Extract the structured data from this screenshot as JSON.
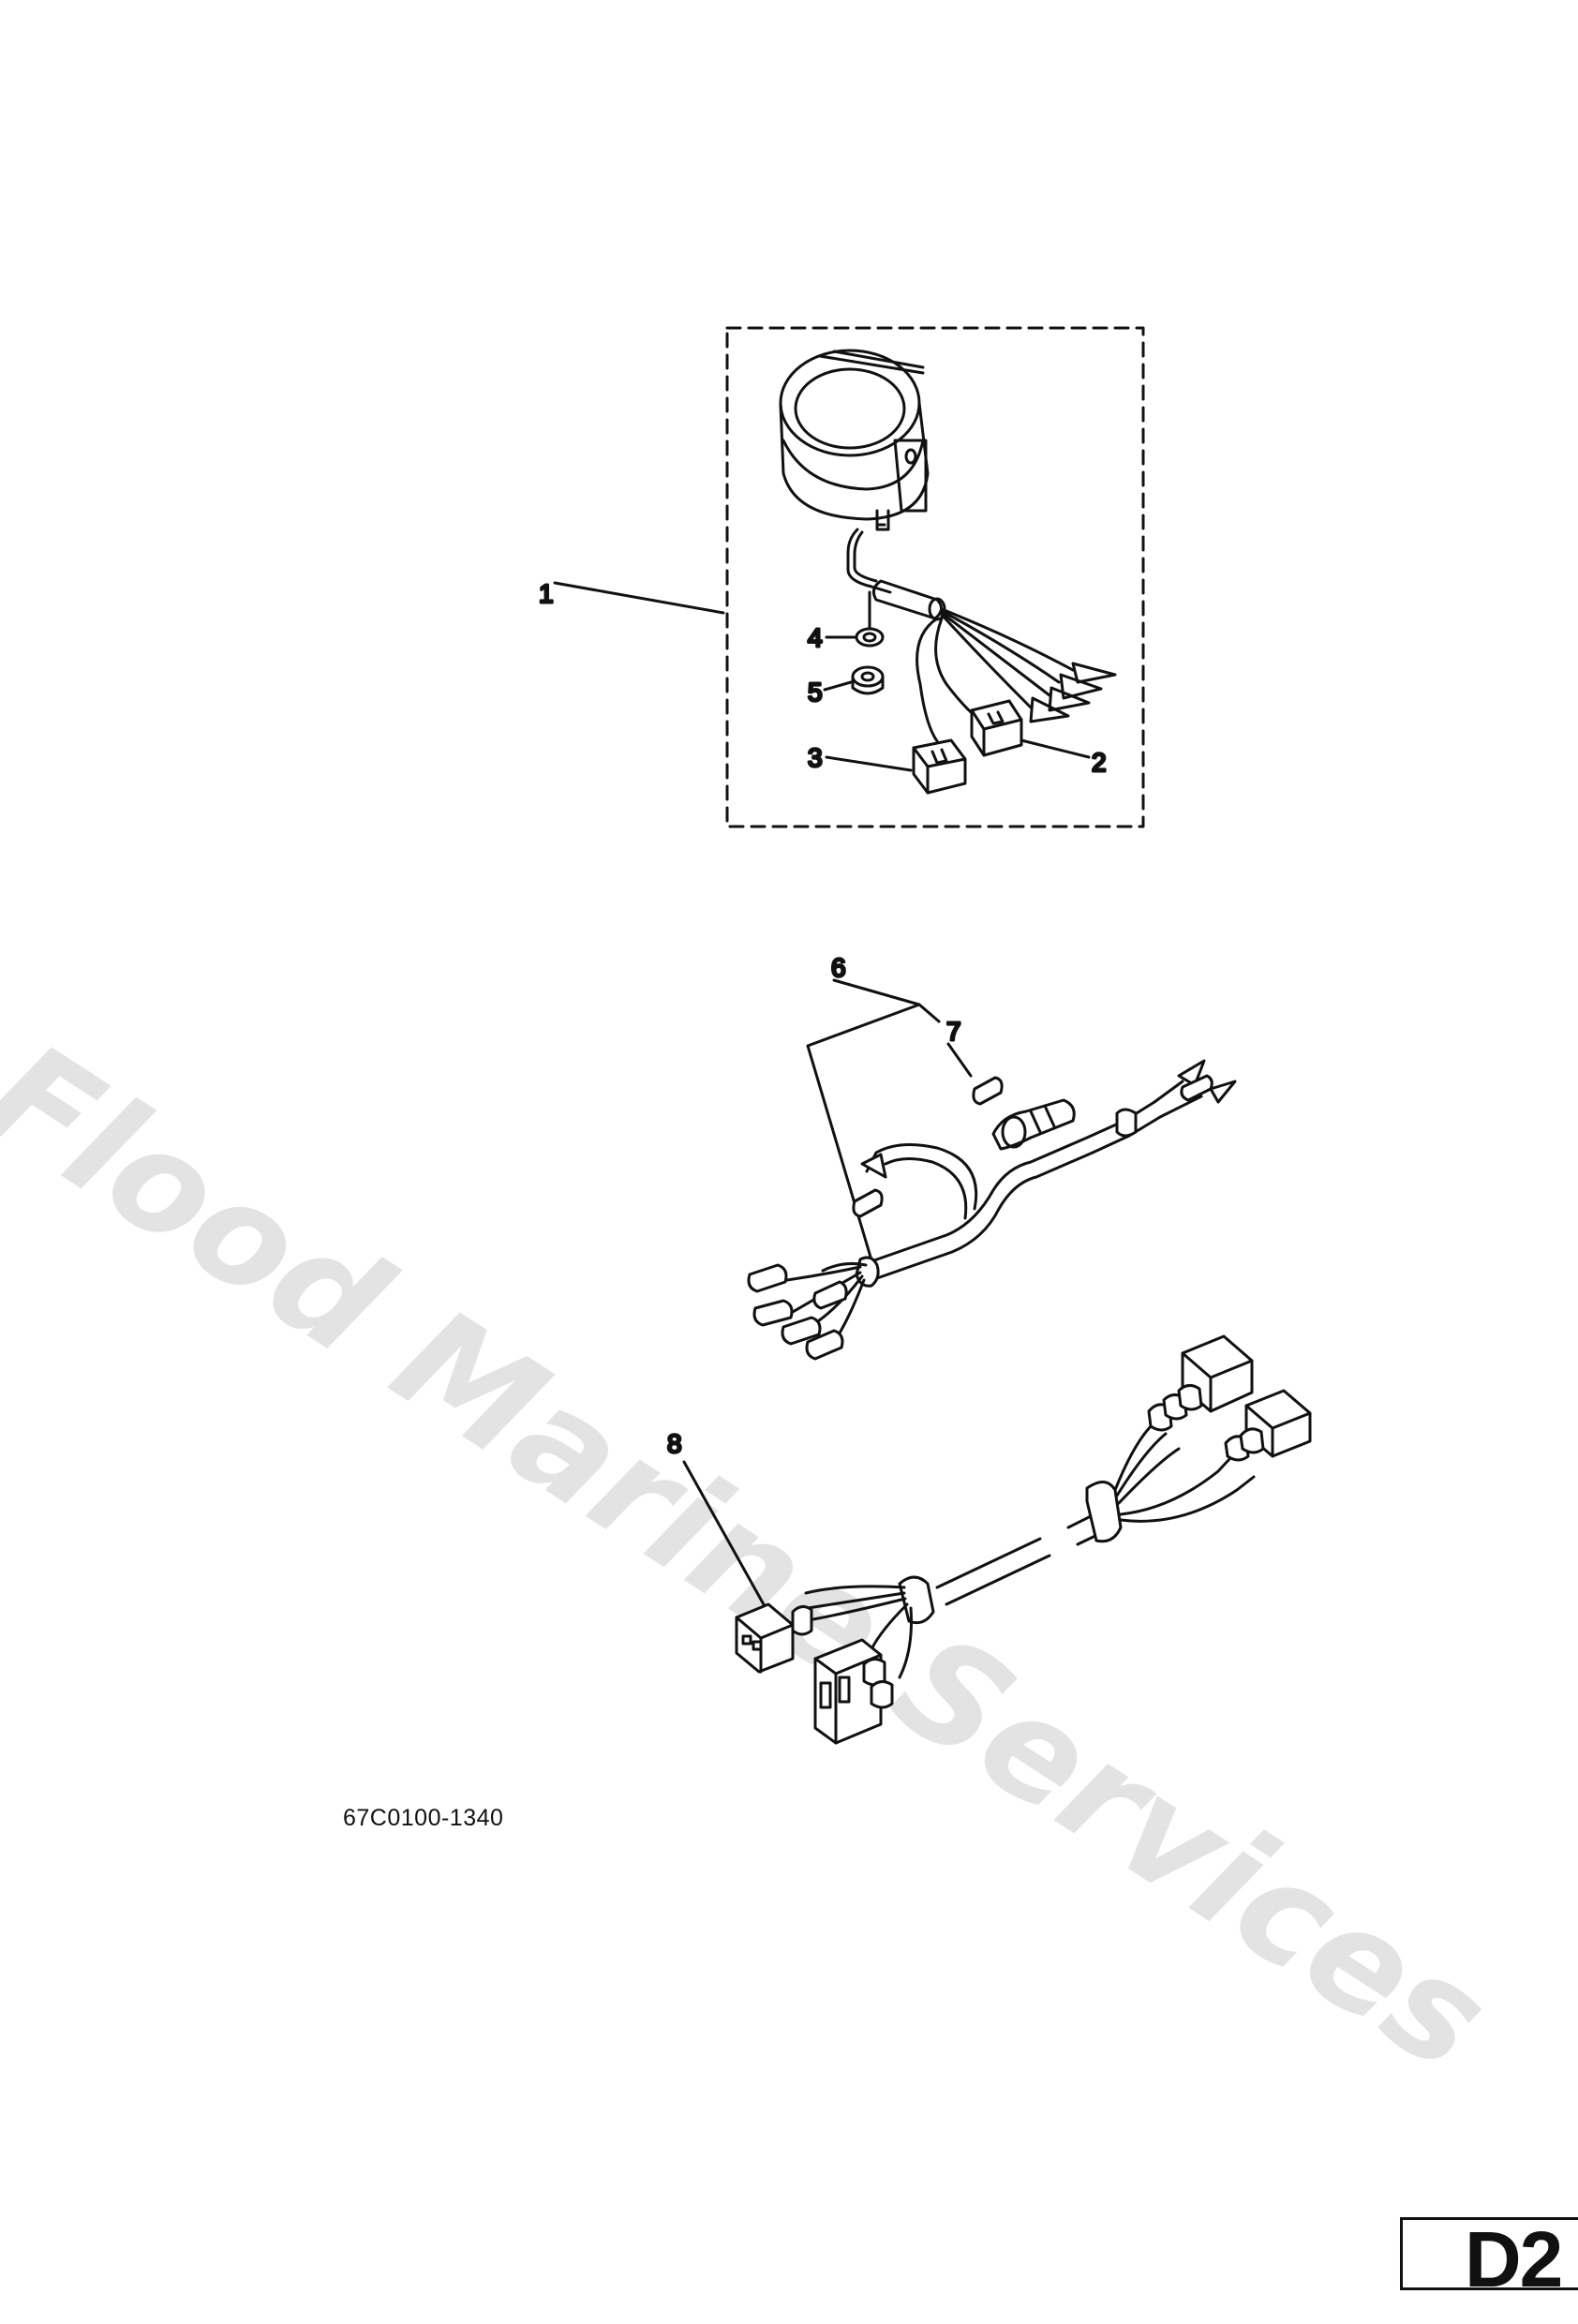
{
  "callouts": {
    "c1": "1",
    "c2": "2",
    "c3": "3",
    "c4": "4",
    "c5": "5",
    "c6": "6",
    "c7": "7",
    "c8": "8"
  },
  "part_code": "67C0100-1340",
  "watermark": "Flood Marine Services",
  "page_label": "D2"
}
